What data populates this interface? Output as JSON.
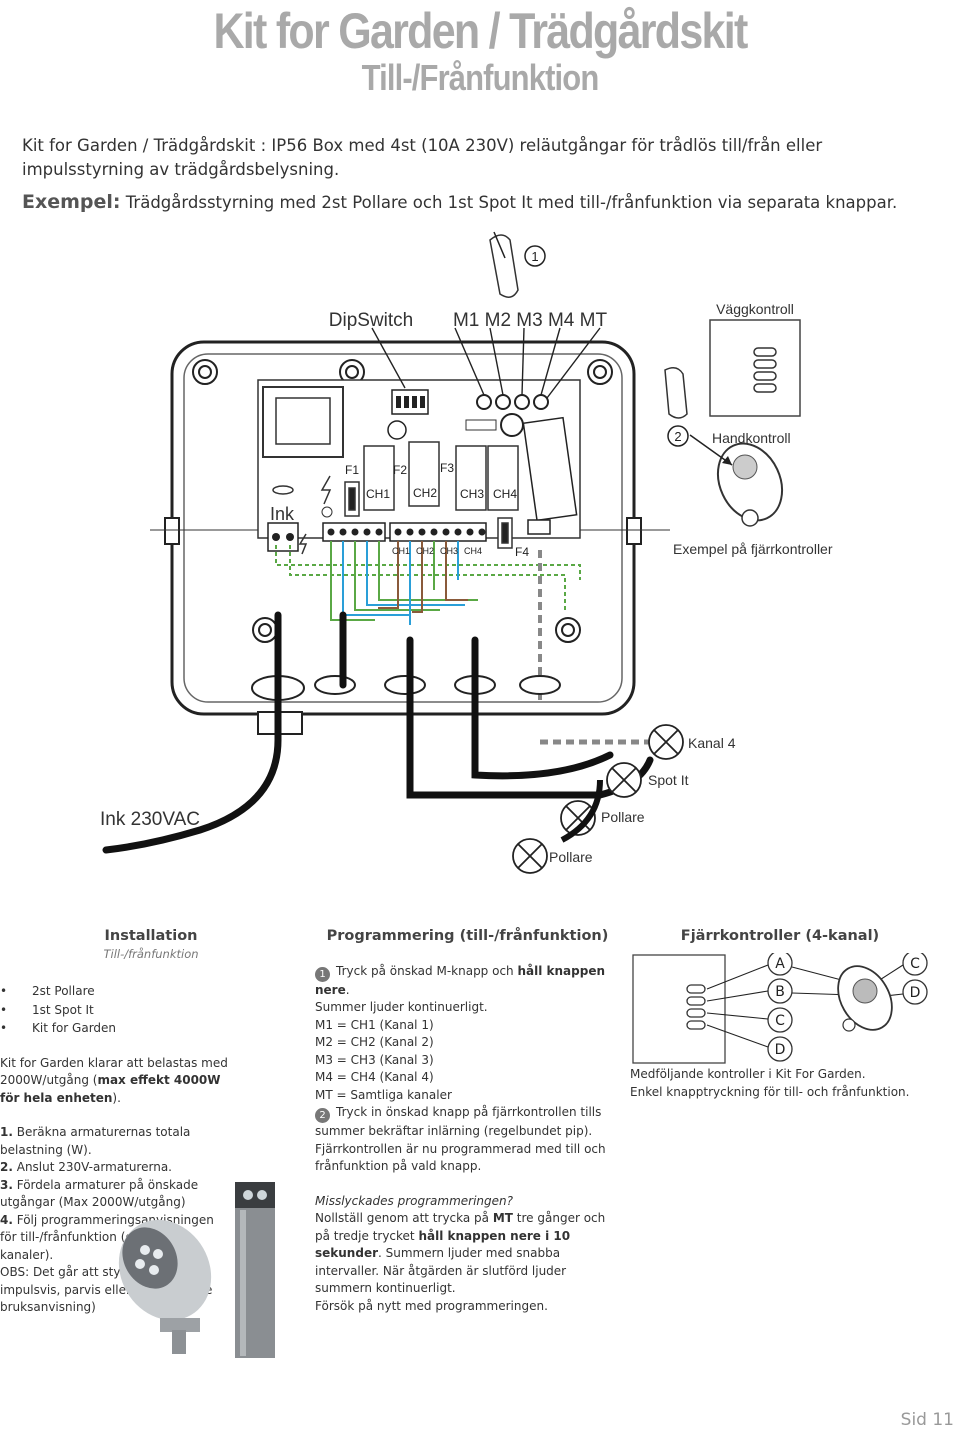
{
  "header": {
    "title": "Kit for Garden / Trädgårdskit",
    "subtitle": "Till-/Frånfunktion"
  },
  "intro": {
    "text": "Kit for Garden / Trädgårdskit : IP56 Box med 4st (10A 230V) reläutgångar för trådlös till/från eller impulsstyrning av trädgårdsbelysning.",
    "example_label": "Exempel:",
    "example_text": " Trädgårdsstyrning med 2st Pollare och 1st Spot It med till-/frånfunktion via separata knappar."
  },
  "diagram": {
    "step1": "1",
    "step2": "2",
    "dipswitch": "DipSwitch",
    "m_buttons": "M1 M2 M3 M4 MT",
    "wall_control": "Väggkontroll",
    "hand_control": "Handkontroll",
    "remote_example": "Exempel på fjärrkontroller",
    "fuses": [
      "F1",
      "F2",
      "F3",
      "F4"
    ],
    "relays": [
      "CH1",
      "CH2",
      "CH3",
      "CH4"
    ],
    "terminals": [
      "CH1",
      "CH2",
      "CH3",
      "CH4"
    ],
    "ink": "Ink",
    "ink_230": "Ink 230VAC",
    "kanal4": "Kanal 4",
    "spot_it": "Spot It",
    "pollare_1": "Pollare",
    "pollare_2": "Pollare"
  },
  "installation": {
    "heading": "Installation",
    "subheading": "Till-/frånfunktion",
    "items": [
      "2st Pollare",
      "1st Spot It",
      "Kit for Garden"
    ],
    "para_prefix": "Kit for Garden klarar att belastas med 2000W/utgång (",
    "para_bold": "max effekt 4000W för hela enheten",
    "para_suffix": ").",
    "steps": [
      {
        "n": "1.",
        "t": " Beräkna armaturernas totala belastning (W)."
      },
      {
        "n": "2.",
        "t": " Anslut 230V-armaturerna."
      },
      {
        "n": "3.",
        "t": " Fördela armaturer på önskade utgångar (Max 2000W/utgång)"
      },
      {
        "n": "4.",
        "t": " Följ programmeringsanvisningen för till-/frånfunktion (enskilda kanaler)."
      }
    ],
    "obs": "OBS: Det går att styra kanaler impulsvis, parvis eller samtliga. (se bruksanvisning)"
  },
  "programming": {
    "heading": "Programmering (till-/frånfunktion)",
    "step1_num": "1",
    "step1_text": "Tryck på önskad M-knapp och ",
    "step1_bold": "håll knappen nere",
    "step1_end": ".",
    "lines": [
      "Summer ljuder kontinuerligt.",
      "M1 = CH1 (Kanal 1)",
      "M2 = CH2 (Kanal 2)",
      "M3 = CH3 (Kanal 3)",
      "M4 = CH4 (Kanal 4)",
      "MT = Samtliga kanaler"
    ],
    "step2_num": "2",
    "step2_text": "Tryck in önskad knapp på fjärrkontrollen tills summer bekräftar inlärning (regelbundet pip). Fjärrkontrollen är nu programmerad med till och frånfunktion på vald knapp.",
    "fail_heading": "Misslyckades programmeringen?",
    "fail_text_a": "Nollställ genom att trycka på ",
    "fail_bold_mt": "MT",
    "fail_text_b": " tre gånger och på tredje trycket ",
    "fail_bold_hold": "håll knappen nere i 10 sekunder",
    "fail_text_c": ". Summern ljuder med snabba intervaller. När åtgärden är slutförd ljuder summern kontinuerligt.",
    "fail_retry": "Försök på nytt med programmeringen."
  },
  "remotes": {
    "heading": "Fjärrkontroller (4-kanal)",
    "labels_left": [
      "A",
      "B",
      "C",
      "D"
    ],
    "labels_right": [
      "C",
      "D"
    ],
    "line1": "Medföljande kontroller i Kit For Garden.",
    "line2": "Enkel knapptryckning för till- och frånfunktion."
  },
  "page_number": "Sid 11"
}
